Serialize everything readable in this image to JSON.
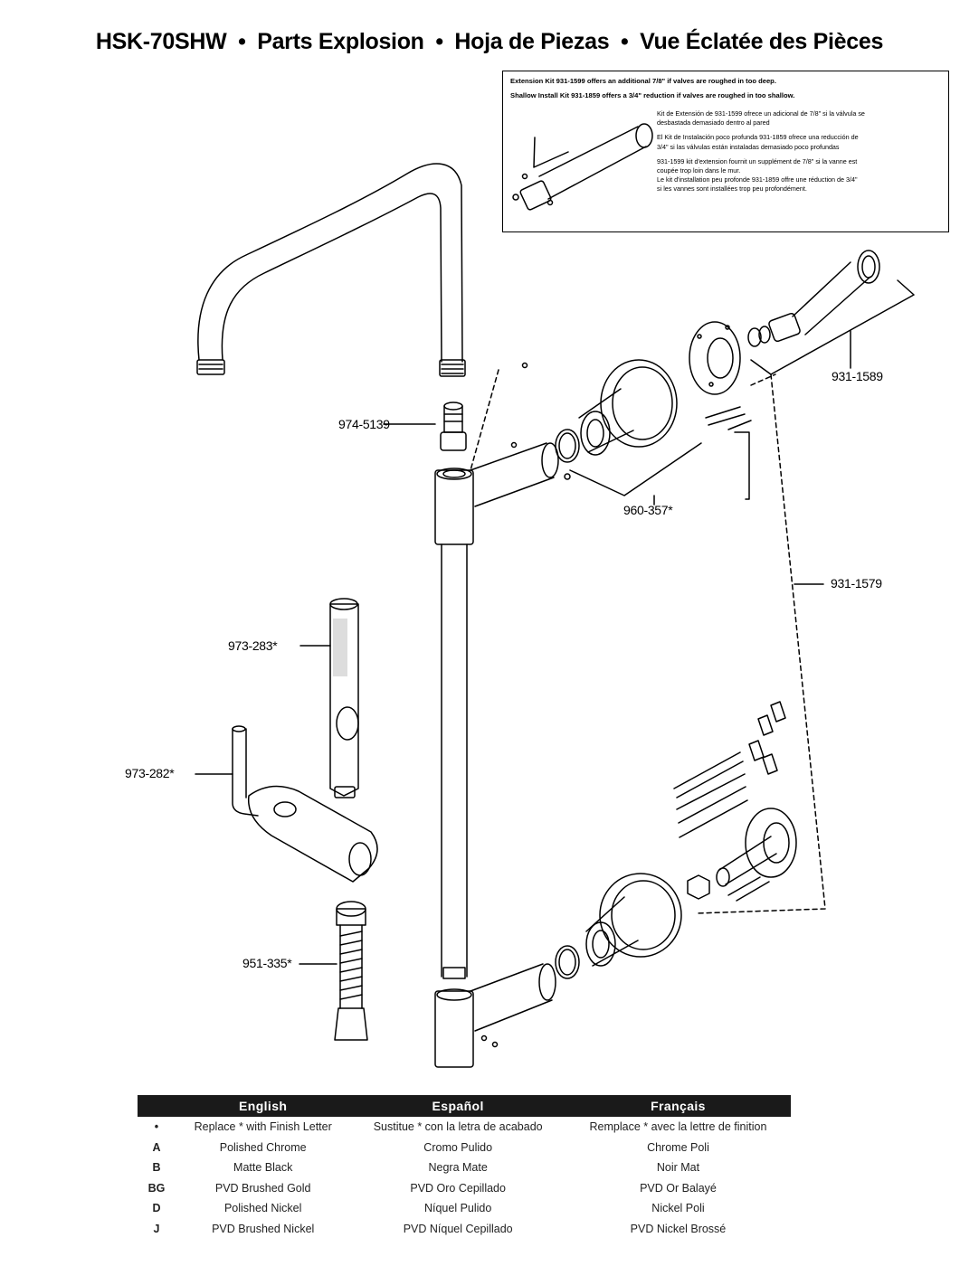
{
  "title": {
    "model": "HSK-70SHW",
    "separator": "•",
    "en": "Parts Explosion",
    "es": "Hoja de Piezas",
    "fr": "Vue Éclatée des Pièces"
  },
  "note": {
    "en_line1": "Extension Kit 931-1599 offers an additional 7/8\" if valves are roughed in too deep.",
    "en_line2": "Shallow Install Kit 931-1859 offers a 3/4\" reduction if valves are roughed in too shallow.",
    "translations": [
      "Kit de Extensión de 931-1599 ofrece un adicional de 7/8\" si la válvula se",
      "desbastada demasiado dentro al pared",
      "El Kit de Instalación poco profunda 931-1859 ofrece una reducción de",
      "3/4\" si las válvulas están instaladas demasiado poco profundas",
      "931-1599 kit d'extension fournit un supplément de 7/8\" si la vanne est",
      "coupée trop loin dans le mur.",
      "Le kit d'installation peu profonde 931-1859 offre une réduction de 3/4\"",
      "si les vannes sont installées trop peu profondément."
    ]
  },
  "part_labels": {
    "p931_1589": "931-1589",
    "p974_5139": "974-5139",
    "p960_357": "960-357*",
    "p931_1579": "931-1579",
    "p973_283": "973-283*",
    "p973_282": "973-282*",
    "p951_335": "951-335*"
  },
  "legend": {
    "headers": [
      "English",
      "Español",
      "Français"
    ],
    "rows": [
      {
        "code": "•",
        "en": "Replace * with Finish Letter",
        "es": "Sustitue * con la letra de acabado",
        "fr": "Remplace * avec la lettre de finition"
      },
      {
        "code": "A",
        "en": "Polished Chrome",
        "es": "Cromo Pulido",
        "fr": "Chrome Poli"
      },
      {
        "code": "B",
        "en": "Matte Black",
        "es": "Negra Mate",
        "fr": "Noir Mat"
      },
      {
        "code": "BG",
        "en": "PVD Brushed Gold",
        "es": "PVD Oro Cepillado",
        "fr": "PVD Or Balayé"
      },
      {
        "code": "D",
        "en": "Polished Nickel",
        "es": "Níquel Pulido",
        "fr": "Nickel Poli"
      },
      {
        "code": "J",
        "en": "PVD Brushed Nickel",
        "es": "PVD Níquel Cepillado",
        "fr": "PVD Nickel Brossé"
      }
    ]
  }
}
